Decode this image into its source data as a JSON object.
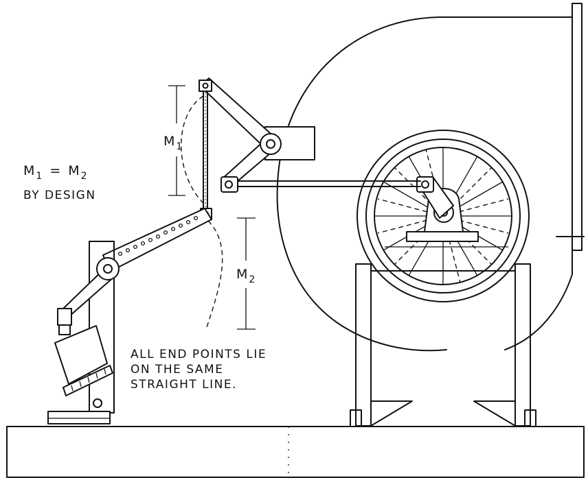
{
  "labels": {
    "m1_eq": "M",
    "m1_eq_sub": "1",
    "equals": "=",
    "m2_eq": "M",
    "m2_eq_sub": "2",
    "by_design": "BY  DESIGN",
    "m1_dim": "M",
    "m1_dim_sub": "1",
    "m2_dim": "M",
    "m2_dim_sub": "2"
  },
  "note": {
    "line1": "ALL END POINTS LIE",
    "line2": "ON THE SAME",
    "line3": "STRAIGHT LINE."
  },
  "colors": {
    "ink": "#111111",
    "paper": "#ffffff"
  }
}
